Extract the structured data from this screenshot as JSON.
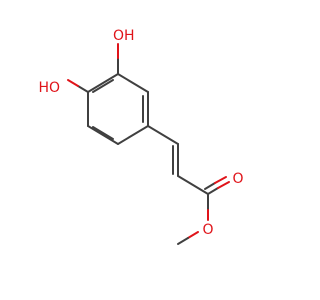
{
  "molecule": {
    "atoms": {
      "oh_top": {
        "label": "OH",
        "color": "#e0141a"
      },
      "ho_left": {
        "label": "HO",
        "color": "#e0141a"
      },
      "o_carbonyl": {
        "label": "O",
        "color": "#e0141a"
      },
      "o_ester": {
        "label": "O",
        "color": "#e0141a"
      }
    },
    "bond_color": "#404040",
    "heteroatom_color": "#e0141a"
  }
}
